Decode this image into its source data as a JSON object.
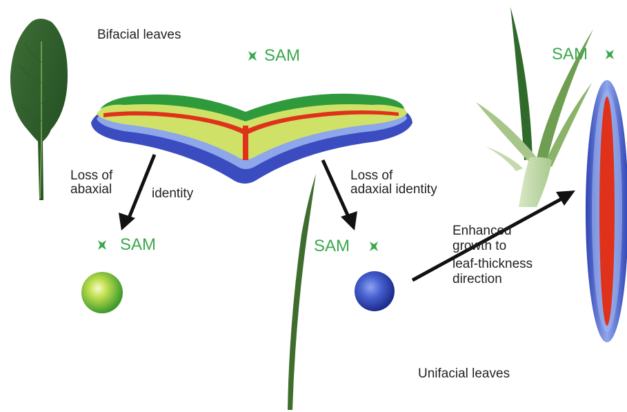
{
  "colors": {
    "sam_green": "#3aa84c",
    "abaxial_blue": "#3346b0",
    "adaxial_green": "#2f9a3c",
    "middle_yellow_green": "#b9d84a",
    "core_red": "#e0311b",
    "arrow": "#111111"
  },
  "labels": {
    "bifacial": "Bifacial leaves",
    "unifacial": "Unifacial leaves",
    "loss_abaxial_line1": "Loss of",
    "loss_abaxial_line2": "abaxial",
    "loss_abaxial_line3": "identity",
    "loss_adaxial_line1": "Loss of",
    "loss_adaxial_line2": "adaxial identity",
    "enhanced_line1": "Enhanced",
    "enhanced_line2": "growth to",
    "enhanced_line3": "leaf-thickness",
    "enhanced_line4": "direction"
  },
  "sam": {
    "top": "SAM",
    "left": "SAM",
    "middle": "SAM",
    "right": "SAM",
    "icon": "sam-meristem-icon"
  },
  "images": {
    "bifacial_leaf_photo": "broad-leaf-photo",
    "unifacial_leaf_photo": "needle-leaf-photo",
    "plant_photo": "iris-shoot-photo"
  }
}
